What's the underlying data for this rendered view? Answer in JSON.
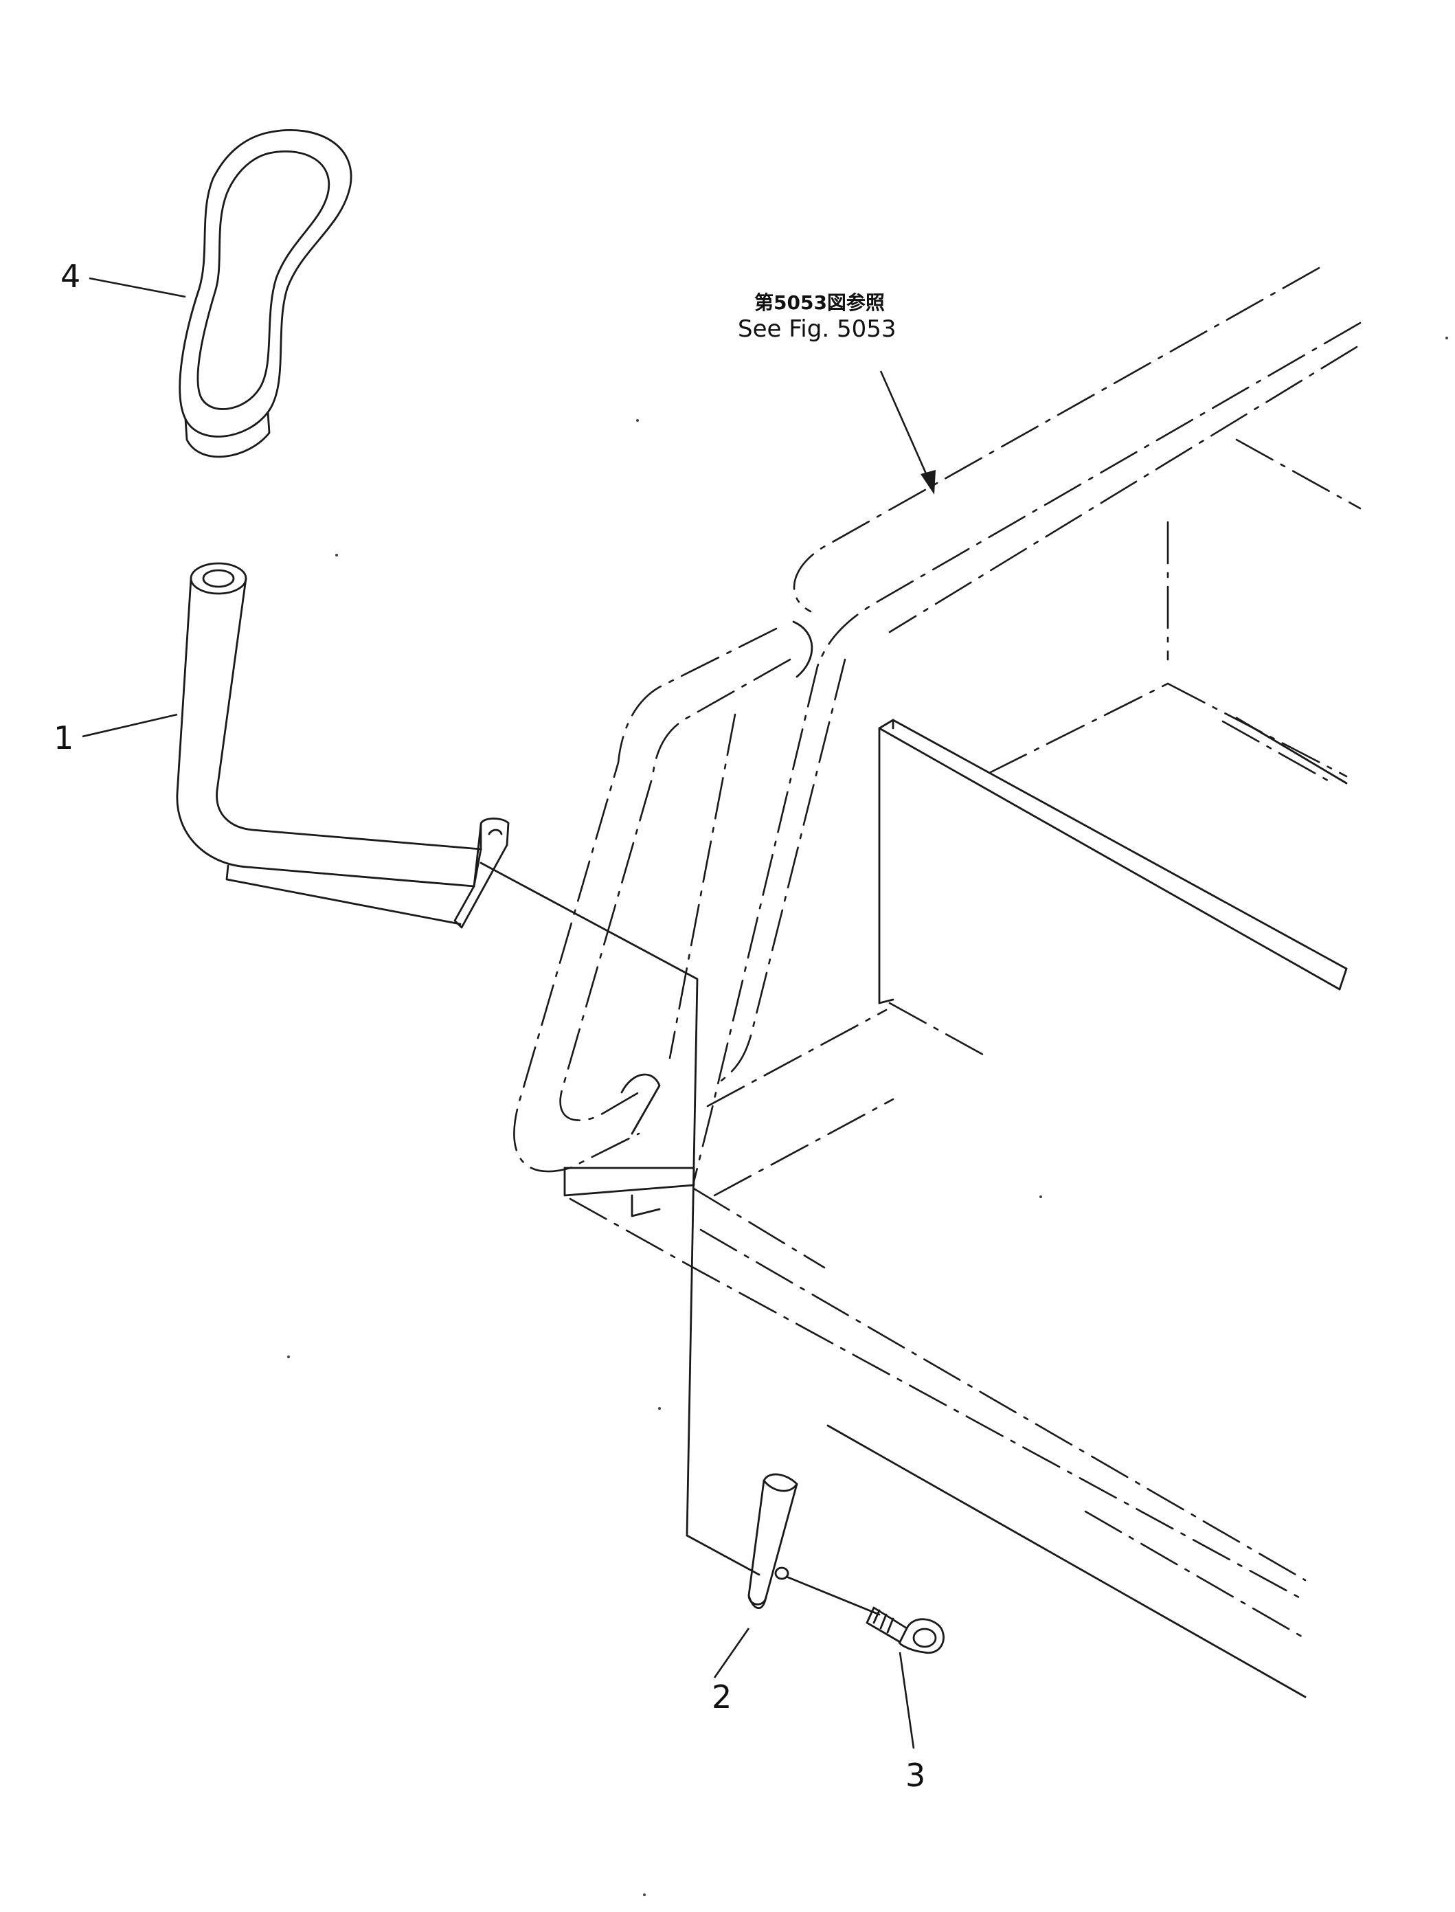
{
  "reference": {
    "japanese": "第5053図参照",
    "english": "See Fig. 5053"
  },
  "callouts": {
    "item1": "1",
    "item2": "2",
    "item3": "3",
    "item4": "4"
  },
  "colors": {
    "line": "#1a1a1a",
    "background": "#ffffff"
  }
}
